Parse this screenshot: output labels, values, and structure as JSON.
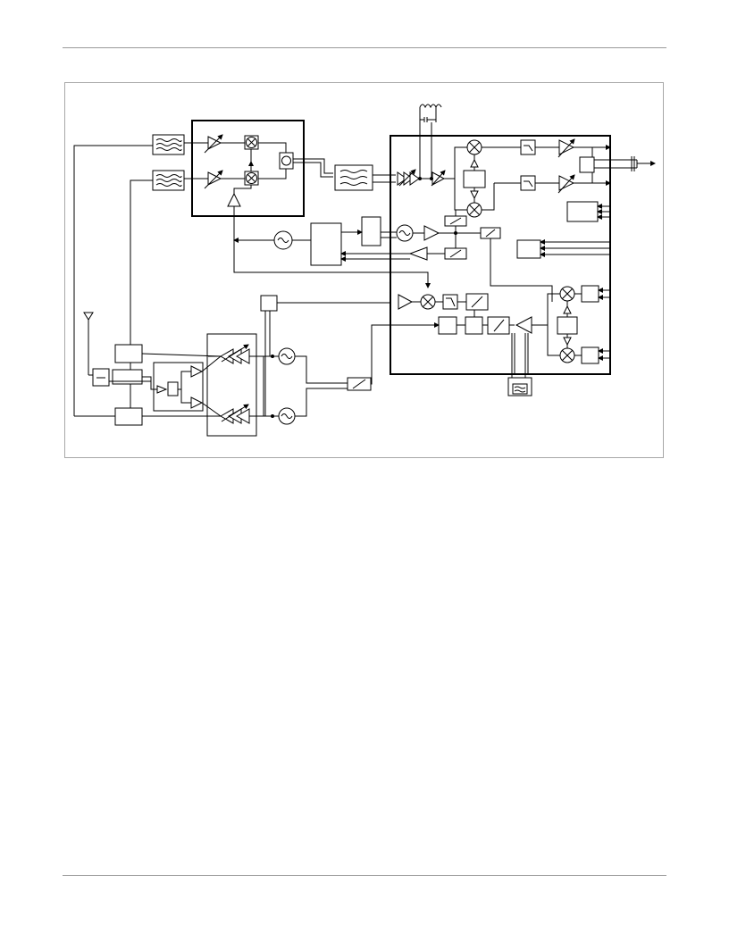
{
  "page": {
    "header_rule": true,
    "footer_rule": true
  },
  "diagram": {
    "kind": "block-diagram",
    "labels": [],
    "blocks": [
      "rf-filter",
      "rf-filter",
      "lna-mixer-module",
      "if-saw-filter",
      "receiver-transmitter-ic",
      "local-oscillator",
      "synthesizer",
      "power-amplifier-module",
      "duplexer",
      "antenna",
      "crystal-resonator"
    ],
    "icons": [
      "filter-icon",
      "amplifier-icon",
      "variable-gain-amplifier-icon",
      "mixer-icon",
      "oscillator-icon",
      "low-pass-filter-icon",
      "adc-dac-icon",
      "antenna-icon",
      "crystal-icon",
      "capacitor-icon"
    ],
    "colors": {
      "line": "#000000",
      "frame": "#a8a8a8",
      "rule": "#9a9a9a",
      "fill": "#ffffff"
    }
  }
}
